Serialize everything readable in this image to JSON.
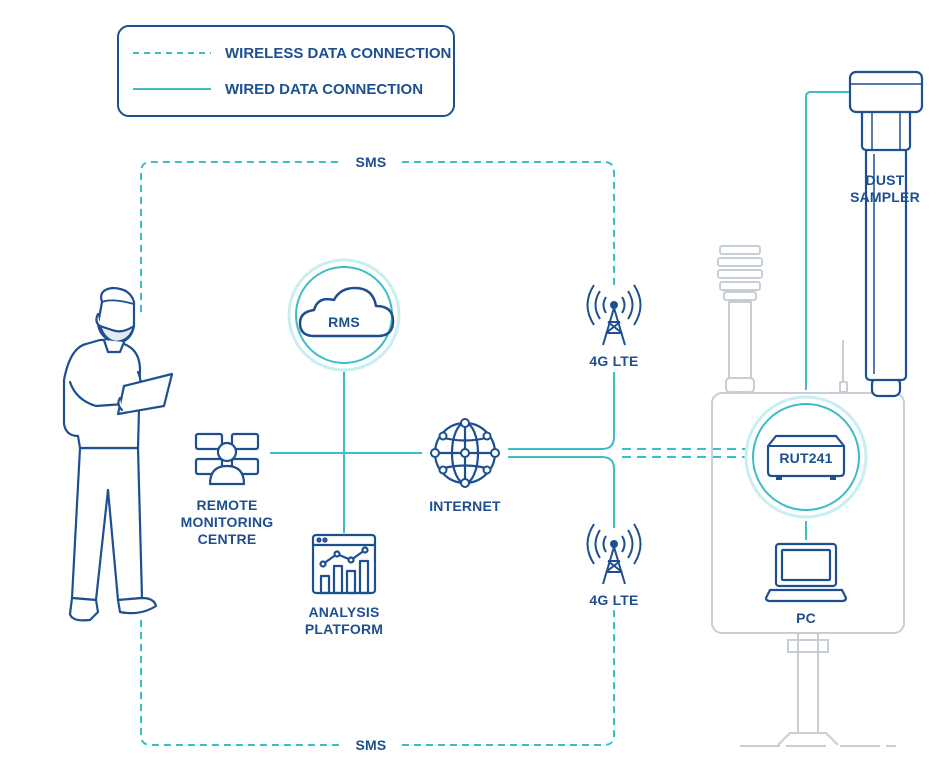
{
  "legend": {
    "wireless": "WIRELESS DATA CONNECTION",
    "wired": "WIRED DATA CONNECTION"
  },
  "labels": {
    "sms_top": "SMS",
    "sms_bottom": "SMS",
    "rms": "RMS",
    "lte_top": "4G LTE",
    "lte_bottom": "4G LTE",
    "internet": "INTERNET",
    "remote_line1": "REMOTE",
    "remote_line2": "MONITORING",
    "remote_line3": "CENTRE",
    "analysis_line1": "ANALYSIS",
    "analysis_line2": "PLATFORM",
    "router": "RUT241",
    "pc": "PC",
    "dust_line1": "DUST",
    "dust_line2": "SAMPLER"
  },
  "colors": {
    "navy": "#1d4f91",
    "teal": "#3cbcc8",
    "grey": "#c7ced6"
  }
}
